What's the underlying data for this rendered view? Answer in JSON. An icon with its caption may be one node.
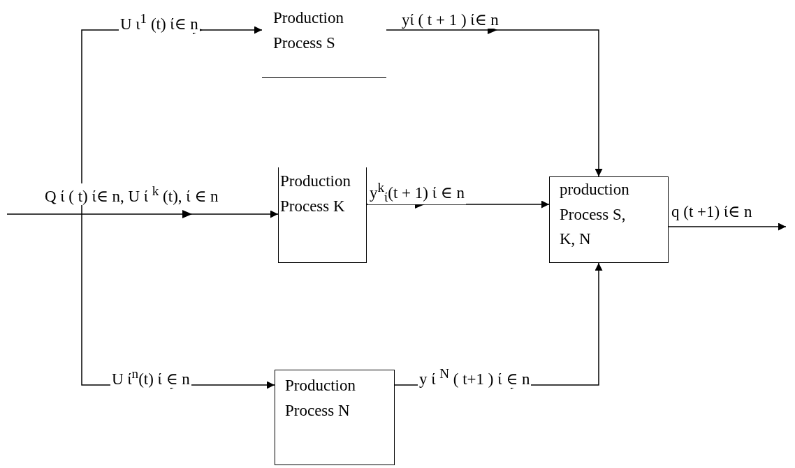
{
  "diagram": {
    "nodes": [
      {
        "text": [
          "Production Process S"
        ]
      },
      {
        "text": [
          "Production Process K"
        ]
      },
      {
        "text": [
          "Production Process N"
        ]
      },
      {
        "text": [
          "production Process S, K, N"
        ]
      }
    ],
    "edges": [
      {
        "from": null,
        "to": 0,
        "arrow": "to",
        "label": "U ι$^{1}$ (t)  ί∈ n"
      },
      {
        "from": null,
        "to": 1,
        "arrow": "to",
        "label": "Q ί ( t) ί∈ n, U ί $^{k}$ (t), ί ∈ n"
      },
      {
        "from": null,
        "to": 2,
        "arrow": "to",
        "label": "U ί$^{n}$(t)  ί ∈ n"
      },
      {
        "from": 0,
        "to": 3,
        "arrow": "to",
        "label": "yί ( t + 1 )  ί∈ n"
      },
      {
        "from": 1,
        "to": 3,
        "arrow": "to",
        "label": "y$^{k}$$_{ί}$(t + 1) ί ∈ n"
      },
      {
        "from": 2,
        "to": 3,
        "arrow": "to",
        "label": "y ί $^{N}$ ( t+1 ) ί ∈ n"
      },
      {
        "from": 3,
        "to": null,
        "arrow": "to",
        "label": "q (t +1) ί∈ n"
      }
    ]
  }
}
